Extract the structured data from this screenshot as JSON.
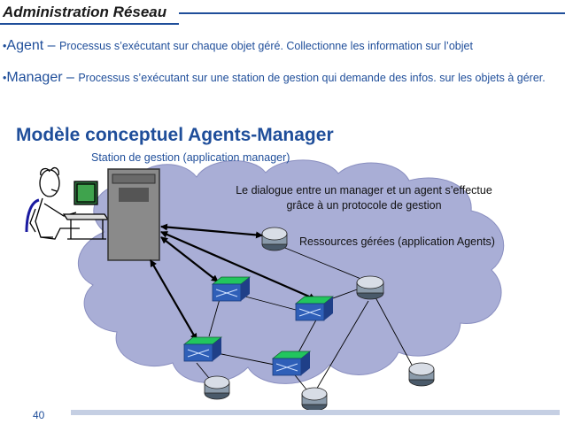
{
  "header": {
    "title": "Administration Réseau"
  },
  "bullets": [
    {
      "marker": "•",
      "term": "Agent",
      "dash": " – ",
      "text": "Processus s’exécutant sur chaque objet géré. Collectionne les information sur l’objet"
    },
    {
      "marker": "•",
      "term": "Manager",
      "dash": " – ",
      "text": "Processus s’exécutant sur une station de gestion qui demande des infos. sur les objets à gérer."
    }
  ],
  "diagram": {
    "heading": "Modèle conceptuel Agents-Manager",
    "station_label": "Station de gestion (application manager)",
    "dialog_line1": "Le dialogue entre un manager et un agent s’effectue",
    "dialog_line2": "grâce à un protocole de gestion",
    "resources_label": "Ressources gérées (application Agents)",
    "icons": [
      "person-at-computer-icon",
      "server-icon",
      "router-icon",
      "switch-icon",
      "cloud-icon"
    ]
  },
  "footer": {
    "page_number": "40"
  },
  "colors": {
    "text_blue": "#1f4e9a",
    "cloud": "#a9aed6",
    "switch_green": "#22c55e",
    "switch_blue": "#2f5fb8"
  }
}
